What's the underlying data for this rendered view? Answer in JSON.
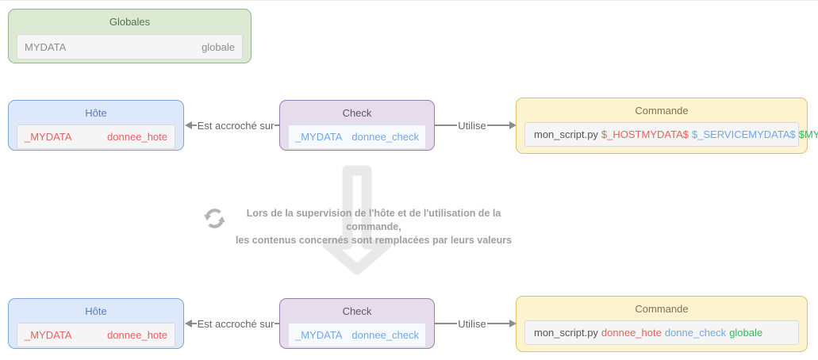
{
  "palette": {
    "neutral_value_color": "#8f8f8f",
    "host_macro_color": "#e8615c",
    "service_macro_color": "#72a7e8",
    "global_macro_color": "#2abd5f",
    "command_text_color": "#55565a"
  },
  "globales": {
    "title": "Globales",
    "field": {
      "name": "MYDATA",
      "value": "globale"
    }
  },
  "rows": [
    {
      "hote": {
        "title": "Hôte",
        "field": {
          "name": "_MYDATA",
          "value": "donnee_hote"
        }
      },
      "check": {
        "title": "Check",
        "field": {
          "name": "_MYDATA",
          "value": "donnee_check"
        }
      },
      "commande": {
        "title": "Commande",
        "tokens": [
          {
            "text": "mon_script.py",
            "color": "#55565a"
          },
          {
            "text": "$_HOSTMYDATA$",
            "color": "#e8615c"
          },
          {
            "text": "$_SERVICEMYDATA$",
            "color": "#72a7e8"
          },
          {
            "text": "$MYDATA$",
            "color": "#2abd5f"
          }
        ]
      },
      "left_edge_label": "Est accroché sur",
      "right_edge_label": "Utilise"
    },
    {
      "hote": {
        "title": "Hôte",
        "field": {
          "name": "_MYDATA",
          "value": "donnee_hote"
        }
      },
      "check": {
        "title": "Check",
        "field": {
          "name": "_MYDATA",
          "value": "donnee_check"
        }
      },
      "commande": {
        "title": "Commande",
        "tokens": [
          {
            "text": "mon_script.py",
            "color": "#55565a"
          },
          {
            "text": "donnee_hote",
            "color": "#e8615c"
          },
          {
            "text": "donne_check",
            "color": "#72a7e8"
          },
          {
            "text": "globale",
            "color": "#2abd5f"
          }
        ]
      },
      "left_edge_label": "Est accroché sur",
      "right_edge_label": "Utilise"
    }
  ],
  "transition": {
    "line1": "Lors de la supervision de l'hôte et de l'utilisation de la commande,",
    "line2": "les contenus concernés sont remplacées par leurs valeurs"
  }
}
